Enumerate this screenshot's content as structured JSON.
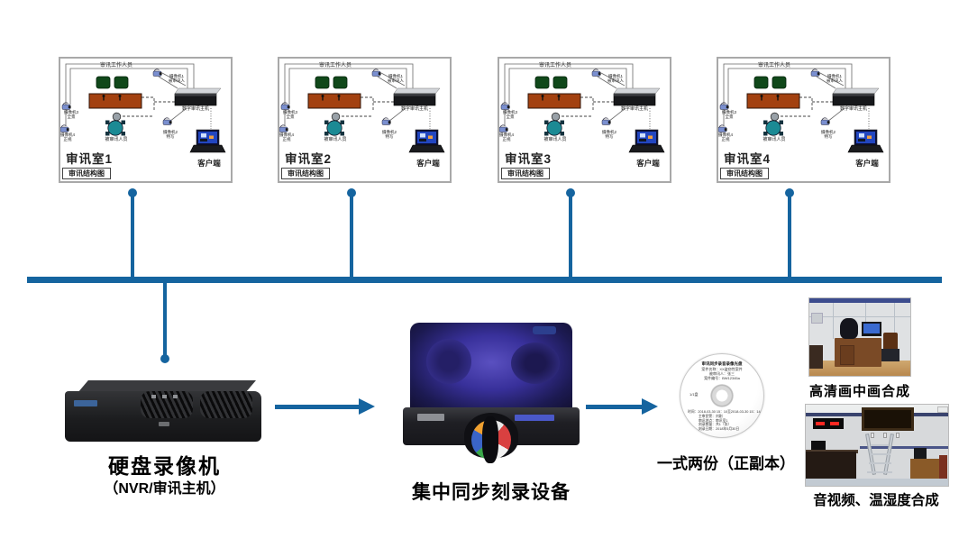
{
  "rooms": [
    {
      "title": "审讯室1"
    },
    {
      "title": "审讯室2"
    },
    {
      "title": "审讯室3"
    },
    {
      "title": "审讯室4"
    }
  ],
  "room_labels": {
    "staff": "审讯工作人员",
    "camera1": "摄像机1",
    "camera1_sub": "被审讯人",
    "camera2": "摄像机2",
    "camera2_sub": "特写",
    "camera3": "摄像机3",
    "camera3_sub": "全景",
    "camera4": "摄像机4",
    "camera4_sub": "正视",
    "host": "数字审讯主机",
    "suspect": "被审讯人员",
    "client": "客户端",
    "structure": "审讯结构图"
  },
  "nvr": {
    "title": "硬盘录像机",
    "subtitle": "（NVR/审讯主机）"
  },
  "burner": {
    "title": "集中同步刻录设备"
  },
  "disc": {
    "caption": "一式两份（正副本）",
    "title": "审讯同步录音录像光盘",
    "line1": "案件名称：XX盗窃性案件",
    "line2": "被审讯人：张三",
    "line3": "案件编号：BW12345a",
    "side": "1/1盘",
    "line4": "时间：2018-03-30 15：10至2018-03-30 15：14",
    "line5": "主审民警：刘刚",
    "line6": "审讯地点：审讯室1",
    "line7": "刻录数量：共1（张）",
    "line8": "刻录日期：2018年5月30日"
  },
  "photos": [
    {
      "caption": "高清画中画合成"
    },
    {
      "caption": "音视频、温湿度合成"
    }
  ],
  "colors": {
    "bus": "#15649f",
    "accent_red": "#e63312"
  }
}
